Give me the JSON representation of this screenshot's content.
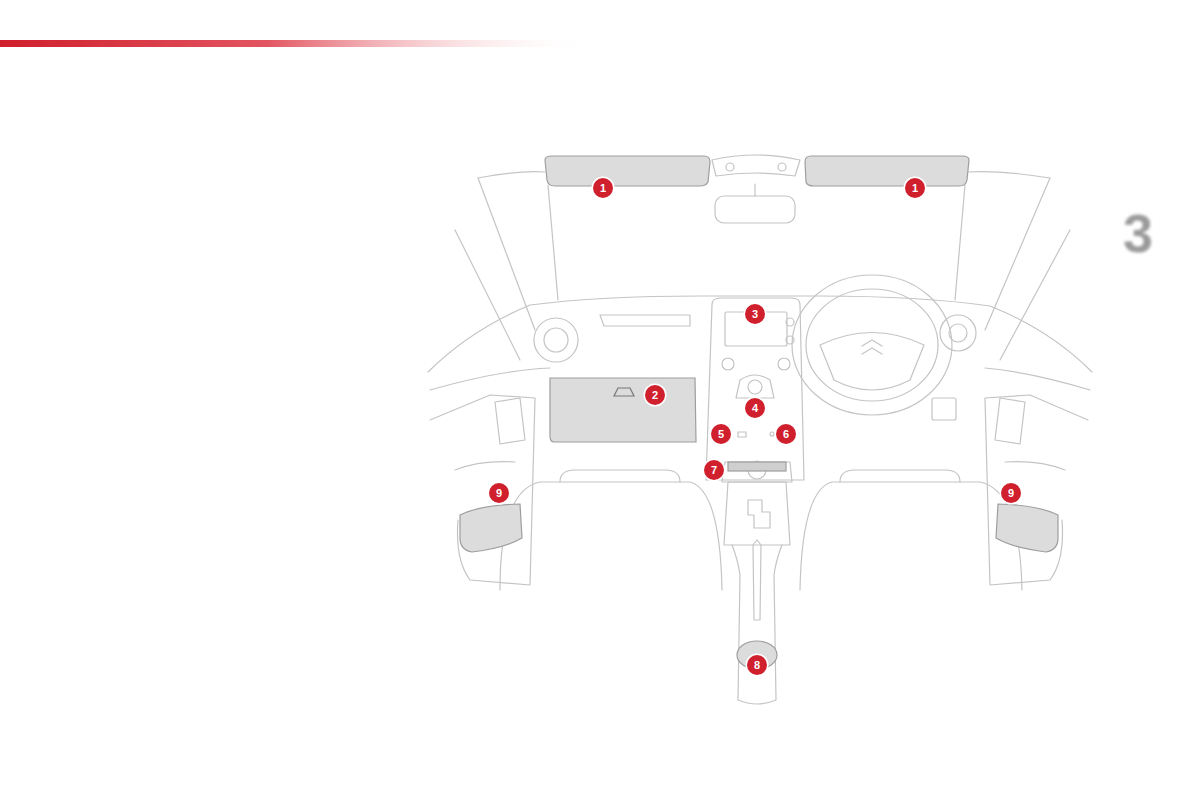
{
  "diagram": {
    "labels": [
      "1",
      "1",
      "2",
      "3",
      "4",
      "5",
      "6",
      "7",
      "8",
      "9",
      "9",
      "3"
    ]
  }
}
